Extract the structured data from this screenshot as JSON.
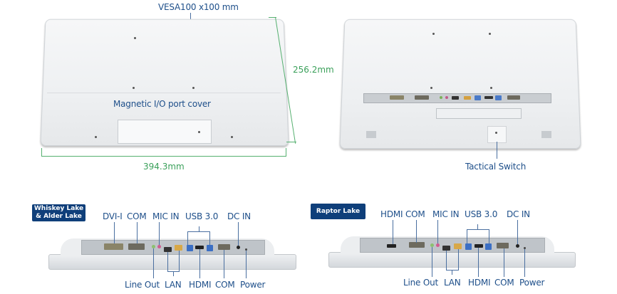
{
  "top_left": {
    "vesa_label": "VESA100 x100 mm",
    "cover_label": "Magnetic I/O port cover",
    "height_dim": "256.2mm",
    "width_dim": "394.3mm"
  },
  "top_right": {
    "switch_label": "Tactical Switch"
  },
  "bottom_left": {
    "badge": "Whiskey Lake & Alder Lake",
    "top_labels": [
      "DVI-I",
      "COM",
      "MIC IN",
      "USB 3.0",
      "DC IN"
    ],
    "bottom_labels": [
      "Line Out",
      "LAN",
      "HDMI",
      "COM",
      "Power"
    ]
  },
  "bottom_right": {
    "badge": "Raptor Lake",
    "top_labels": [
      "HDMI",
      "COM",
      "MIC IN",
      "USB 3.0",
      "DC IN"
    ],
    "bottom_labels": [
      "Line Out",
      "LAN",
      "HDMI",
      "COM",
      "Power"
    ]
  },
  "colors": {
    "label_blue": "#1e4f8a",
    "dimension_green": "#3aa05a",
    "badge_bg": "#0f3f7a"
  }
}
